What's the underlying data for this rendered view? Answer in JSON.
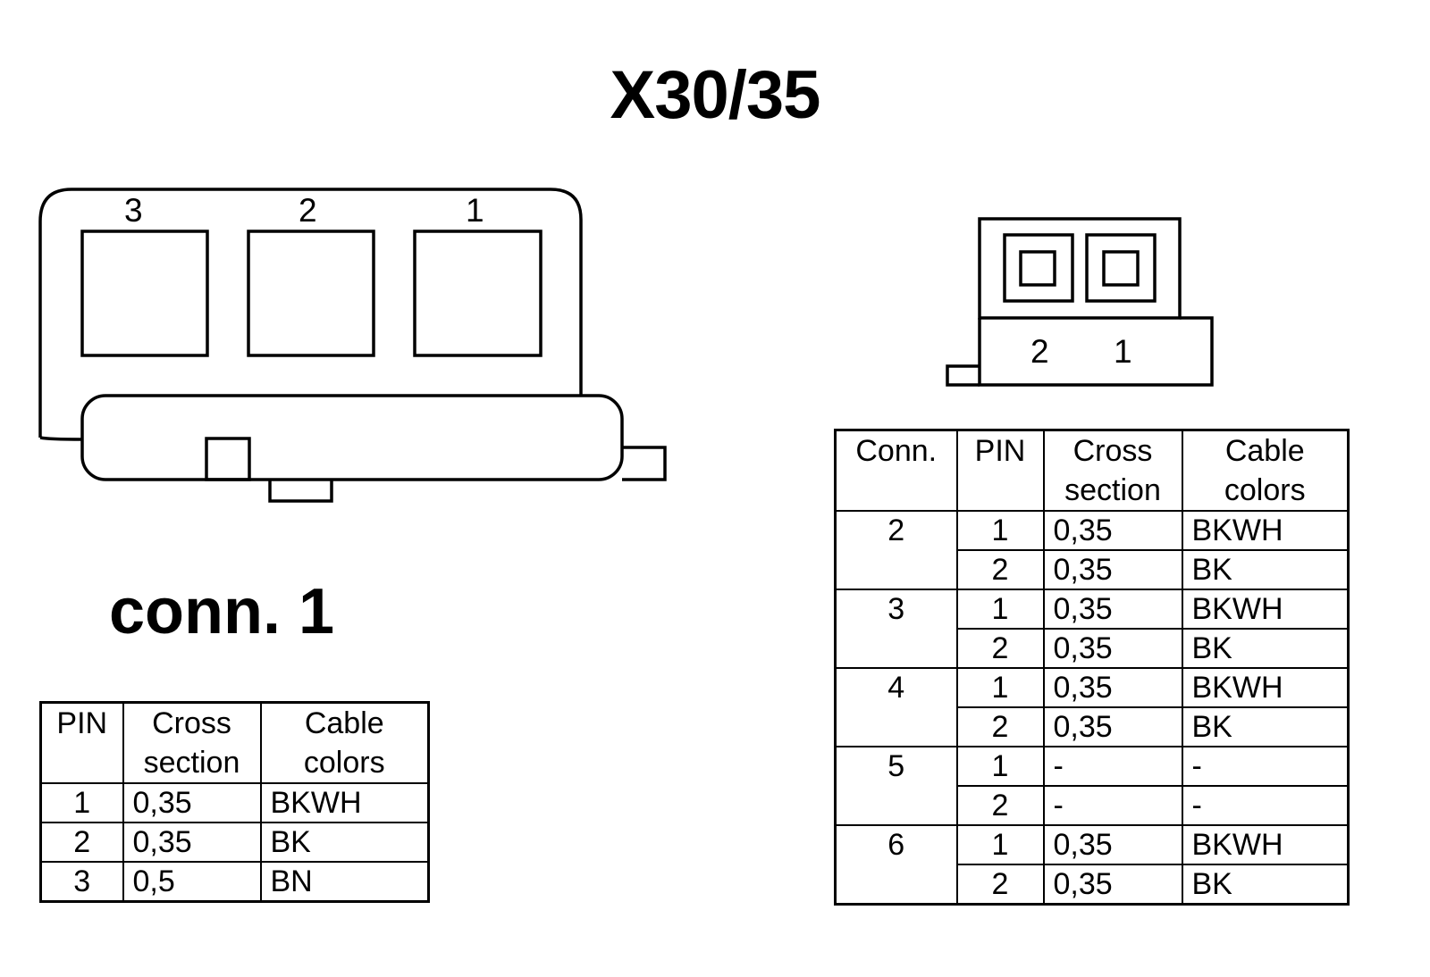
{
  "title": "X30/35",
  "conn1": {
    "heading": "conn. 1",
    "pins": [
      "3",
      "2",
      "1"
    ],
    "table": {
      "headers": {
        "pin": "PIN",
        "cross_l1": "Cross",
        "cross_l2": "section",
        "color_l1": "Cable",
        "color_l2": "colors"
      },
      "rows": [
        {
          "pin": "1",
          "cross": "0,35",
          "color": "BKWH"
        },
        {
          "pin": "2",
          "cross": "0,35",
          "color": "BK"
        },
        {
          "pin": "3",
          "cross": "0,5",
          "color": "BN"
        }
      ]
    }
  },
  "connector_small": {
    "pins": [
      "2",
      "1"
    ]
  },
  "conn_table": {
    "headers": {
      "conn": "Conn.",
      "pin": "PIN",
      "cross_l1": "Cross",
      "cross_l2": "section",
      "color_l1": "Cable",
      "color_l2": "colors"
    },
    "groups": [
      {
        "conn": "2",
        "rows": [
          {
            "pin": "1",
            "cross": "0,35",
            "color": "BKWH"
          },
          {
            "pin": "2",
            "cross": "0,35",
            "color": "BK"
          }
        ]
      },
      {
        "conn": "3",
        "rows": [
          {
            "pin": "1",
            "cross": "0,35",
            "color": "BKWH"
          },
          {
            "pin": "2",
            "cross": "0,35",
            "color": "BK"
          }
        ]
      },
      {
        "conn": "4",
        "rows": [
          {
            "pin": "1",
            "cross": "0,35",
            "color": "BKWH"
          },
          {
            "pin": "2",
            "cross": "0,35",
            "color": "BK"
          }
        ]
      },
      {
        "conn": "5",
        "rows": [
          {
            "pin": "1",
            "cross": "-",
            "color": "-"
          },
          {
            "pin": "2",
            "cross": "-",
            "color": "-"
          }
        ]
      },
      {
        "conn": "6",
        "rows": [
          {
            "pin": "1",
            "cross": "0,35",
            "color": "BKWH"
          },
          {
            "pin": "2",
            "cross": "0,35",
            "color": "BK"
          }
        ]
      }
    ]
  }
}
